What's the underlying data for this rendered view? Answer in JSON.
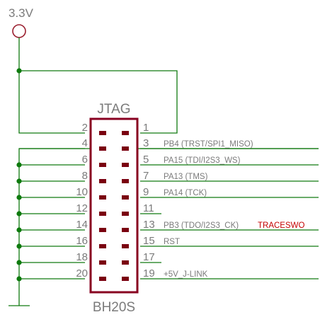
{
  "power": {
    "label": "3.3V"
  },
  "connector": {
    "title": "JTAG",
    "part": "BH20S",
    "odd_pins": [
      "1",
      "3",
      "5",
      "7",
      "9",
      "11",
      "13",
      "15",
      "17",
      "19"
    ],
    "even_pins": [
      "2",
      "4",
      "6",
      "8",
      "10",
      "12",
      "14",
      "16",
      "18",
      "20"
    ]
  },
  "signals": {
    "pin3": "PB4 (TRST/SPI1_MISO)",
    "pin5": "PA15 (TDI/I2S3_WS)",
    "pin7": "PA13 (TMS)",
    "pin9": "PA14 (TCK)",
    "pin13": "PB3 (TDO/I2S3_CK)",
    "pin13_alt": "TRACESWO",
    "pin15": "RST",
    "pin19": "+5V_J-LINK"
  },
  "colors": {
    "wire": "#107a10",
    "junction": "#0e7a0e",
    "body": "#880020",
    "pin": "#7a0010",
    "text": "#7b7b7b",
    "accent": "#c40000"
  }
}
